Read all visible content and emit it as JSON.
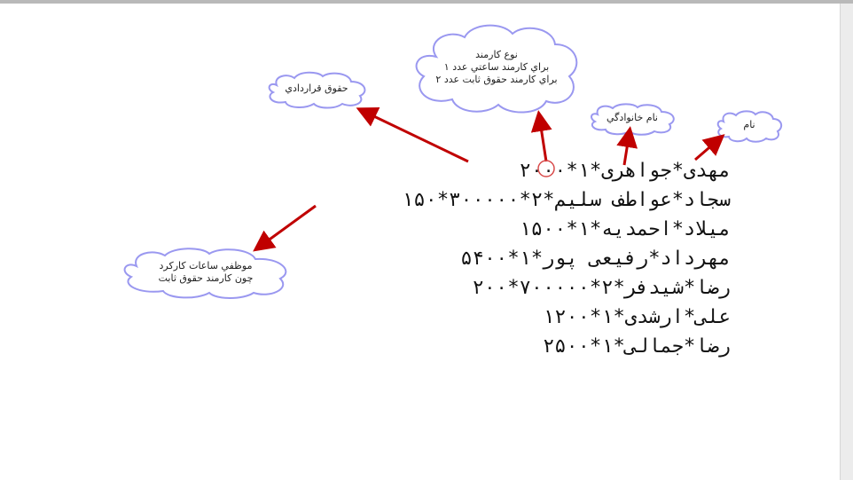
{
  "document": {
    "lines": [
      "مهدی*جواهری*۱*۲۰۰۰",
      "سجاد*عواطف سلیم*۲*۳۰۰۰۰۰*۱۵۰",
      "میلاد*احمدیه*۱*۱۵۰۰",
      "مهرداد*رفیعی پور*۱*۵۴۰۰",
      "رضا*شیدفر*۲*۷۰۰۰۰۰*۲۰۰",
      "علی*ارشدی*۱*۱۲۰۰",
      "رضا*جمالی*۱*۲۵۰۰"
    ]
  },
  "callouts": {
    "employee_type": {
      "line1": "نوع کارمند",
      "line2": "براي كارمند ساعتي عدد ۱",
      "line3": "براي كارمند حقوق ثابت عدد ۲"
    },
    "contract_salary": {
      "text": "حقوق قراردادي"
    },
    "family_name": {
      "text": "نام خانوادگي"
    },
    "first_name": {
      "text": "نام"
    },
    "hours_worked": {
      "line1": "موظفي ساعات كاركرد",
      "line2": "چون كارمند حقوق ثابت"
    }
  },
  "colors": {
    "arrow": "#c00000",
    "cloud_stroke": "#9a98f0",
    "text": "#111111"
  }
}
